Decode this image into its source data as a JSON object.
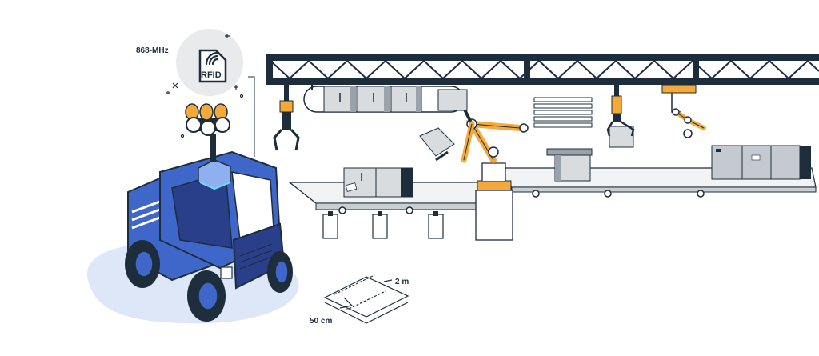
{
  "labels": {
    "frequency": "868-MHz",
    "rfid_badge": "RFID",
    "dimension_width": "2 m",
    "dimension_depth": "50 cm"
  },
  "colors": {
    "outline": "#1e2d3b",
    "truck_blue": "#3f67c9",
    "truck_dark": "#2a3f8a",
    "accent_orange": "#f4a93a",
    "box_gray": "#9aa3ab",
    "shadow_blue": "#dde7f8"
  },
  "icons": [
    "rfid-icon",
    "wifi-signal-icon",
    "beacon-light-icon",
    "robot-arm-icon",
    "gripper-icon",
    "gear-icon"
  ]
}
